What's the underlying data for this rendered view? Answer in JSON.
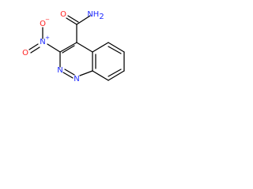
{
  "molecule": {
    "atoms": {
      "amide_n": {
        "text": "NH",
        "subscript": "2",
        "color": "#1f2bff"
      },
      "amide_o": {
        "text": "O",
        "color": "#ff1f1f"
      },
      "nitro_n": {
        "text": "N",
        "charge": "+",
        "color": "#1f2bff"
      },
      "nitro_o_minus": {
        "text": "O",
        "charge": "−",
        "color": "#ff1f1f"
      },
      "nitro_o": {
        "text": "O",
        "color": "#ff1f1f"
      },
      "ring_n1": {
        "text": "N",
        "color": "#1f2bff"
      },
      "ring_n2": {
        "text": "N",
        "color": "#1f2bff"
      }
    }
  }
}
